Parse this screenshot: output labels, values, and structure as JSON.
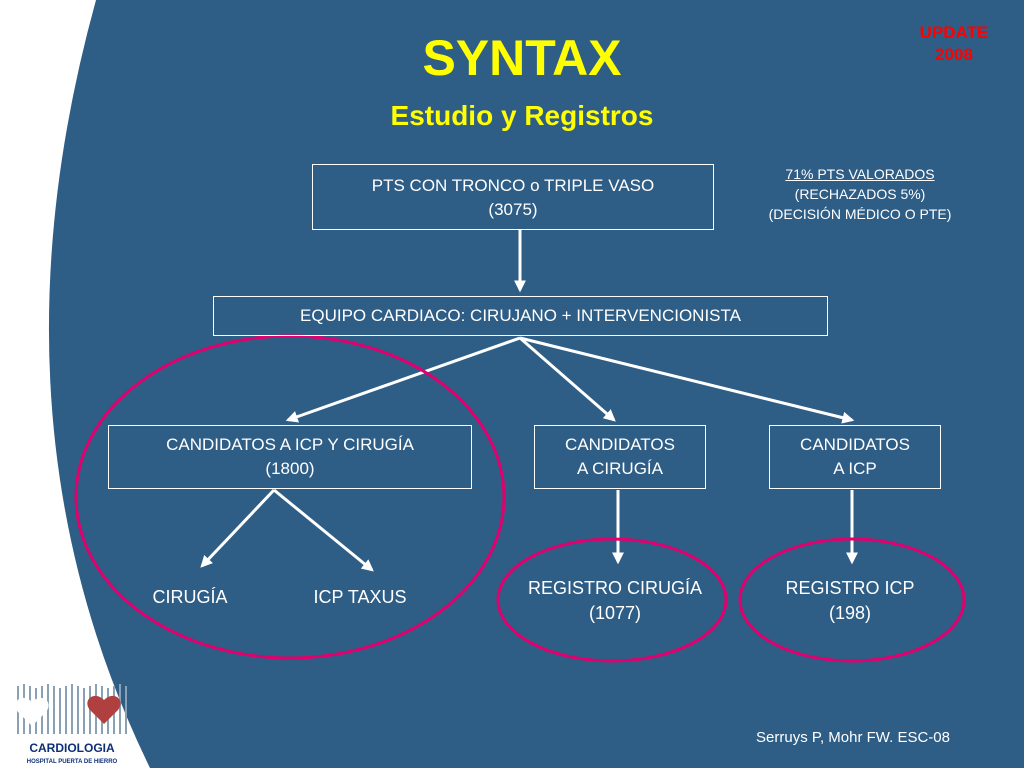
{
  "colors": {
    "background": "#2e5d86",
    "title": "#ffff00",
    "highlight_circle": "#e0006e",
    "update": "#ff0000",
    "text": "#ffffff",
    "logo_text": "#0d2f78"
  },
  "header": {
    "title": "SYNTAX",
    "subtitle": "Estudio y Registros",
    "update_line1": "UPDATE",
    "update_line2": "2008"
  },
  "note": {
    "line1": "71% PTS VALORADOS",
    "line2": "(RECHAZADOS 5%)",
    "line3": "(DECISIÓN MÉDICO O PTE)"
  },
  "nodes": {
    "root": {
      "line1": "PTS CON TRONCO o TRIPLE VASO",
      "line2": "(3075)"
    },
    "team": {
      "line1": "EQUIPO CARDIACO: CIRUJANO + INTERVENCIONISTA"
    },
    "both": {
      "line1": "CANDIDATOS A ICP Y CIRUGÍA",
      "line2": "(1800)"
    },
    "surgery": {
      "line1": "CANDIDATOS",
      "line2": "A CIRUGÍA"
    },
    "pci": {
      "line1": "CANDIDATOS",
      "line2": "A ICP"
    },
    "arm_surgery": {
      "line1": "CIRUGÍA"
    },
    "arm_taxus": {
      "line1": "ICP TAXUS"
    },
    "reg_surgery": {
      "line1": "REGISTRO CIRUGÍA",
      "line2": "(1077)"
    },
    "reg_pci": {
      "line1": "REGISTRO ICP",
      "line2": "(198)"
    }
  },
  "citation": "Serruys P, Mohr FW. ESC-08",
  "logo": {
    "line1": "CARDIOLOGIA",
    "line2": "HOSPITAL PUERTA DE HIERRO",
    "icon": "heart-icon"
  }
}
